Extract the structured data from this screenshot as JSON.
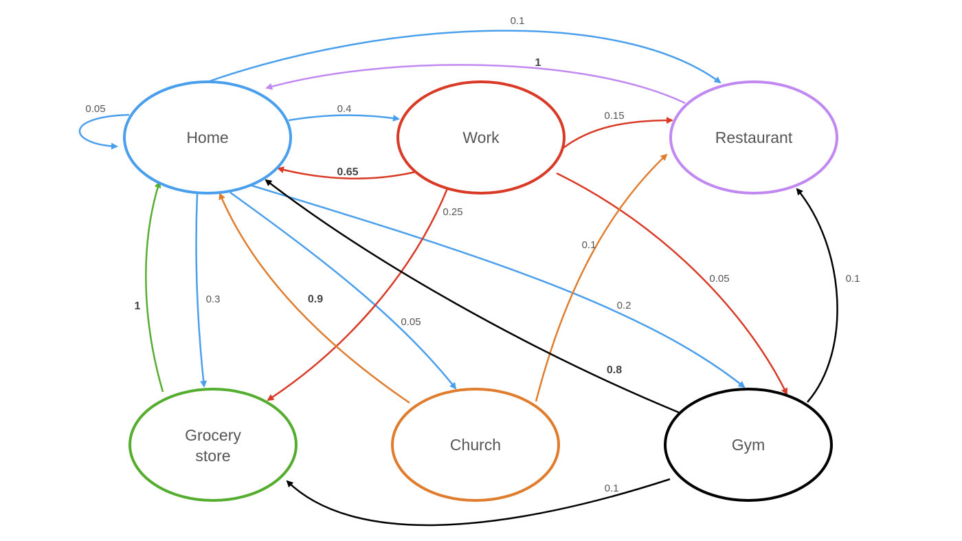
{
  "colors": {
    "home": "#4a9fec",
    "work": "#d93a26",
    "restaurant": "#c088f0",
    "grocery": "#55ad30",
    "church": "#e07c2e",
    "gym": "#000000"
  },
  "nodes": {
    "home": {
      "label": "Home"
    },
    "work": {
      "label": "Work"
    },
    "restaurant": {
      "label": "Restaurant"
    },
    "grocery": {
      "line1": "Grocery",
      "line2": "store"
    },
    "church": {
      "label": "Church"
    },
    "gym": {
      "label": "Gym"
    }
  },
  "edges": {
    "home_home": "0.05",
    "home_work": "0.4",
    "home_restaurant": "0.1",
    "home_grocery": "0.3",
    "home_church": "0.05",
    "home_gym": "0.2",
    "work_home": "0.65",
    "work_restaurant": "0.15",
    "work_grocery": "0.25",
    "work_gym": "0.05",
    "restaurant_home": "1",
    "grocery_home": "1",
    "church_home": "0.9",
    "church_restaurant": "0.1",
    "gym_home": "0.8",
    "gym_restaurant": "0.1",
    "gym_grocery": "0.1"
  }
}
